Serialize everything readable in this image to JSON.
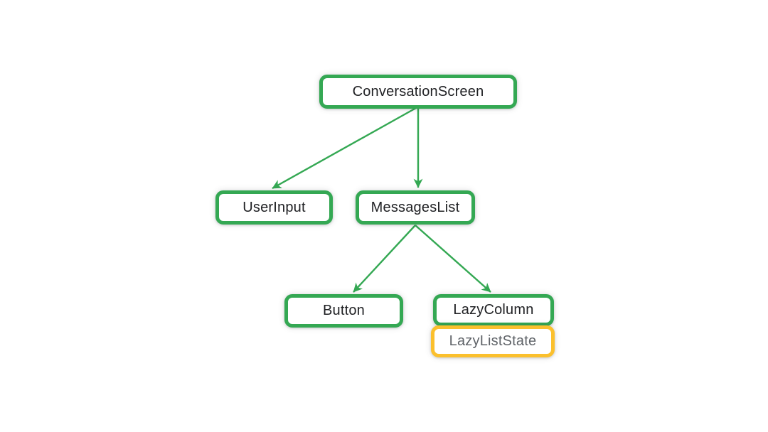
{
  "diagram": {
    "type": "tree",
    "background": "#ffffff",
    "palette": {
      "node_border_green": "#34A853",
      "node_border_yellow": "#FBC02D",
      "arrow_green": "#34A853",
      "label_dark": "#202124",
      "label_gray": "#5F6368"
    },
    "nodes": {
      "conversation_screen": {
        "label": "ConversationScreen",
        "border_color": "#34A853",
        "label_color": "#202124"
      },
      "user_input": {
        "label": "UserInput",
        "border_color": "#34A853",
        "label_color": "#202124"
      },
      "messages_list": {
        "label": "MessagesList",
        "border_color": "#34A853",
        "label_color": "#202124"
      },
      "button": {
        "label": "Button",
        "border_color": "#34A853",
        "label_color": "#202124"
      },
      "lazy_column": {
        "label": "LazyColumn",
        "border_color": "#34A853",
        "label_color": "#202124"
      },
      "lazy_list_state": {
        "label": "LazyListState",
        "border_color": "#FBC02D",
        "label_color": "#5F6368"
      }
    },
    "edges": [
      {
        "from": "conversation_screen",
        "to": "user_input"
      },
      {
        "from": "conversation_screen",
        "to": "messages_list"
      },
      {
        "from": "messages_list",
        "to": "button"
      },
      {
        "from": "messages_list",
        "to": "lazy_column"
      }
    ]
  }
}
